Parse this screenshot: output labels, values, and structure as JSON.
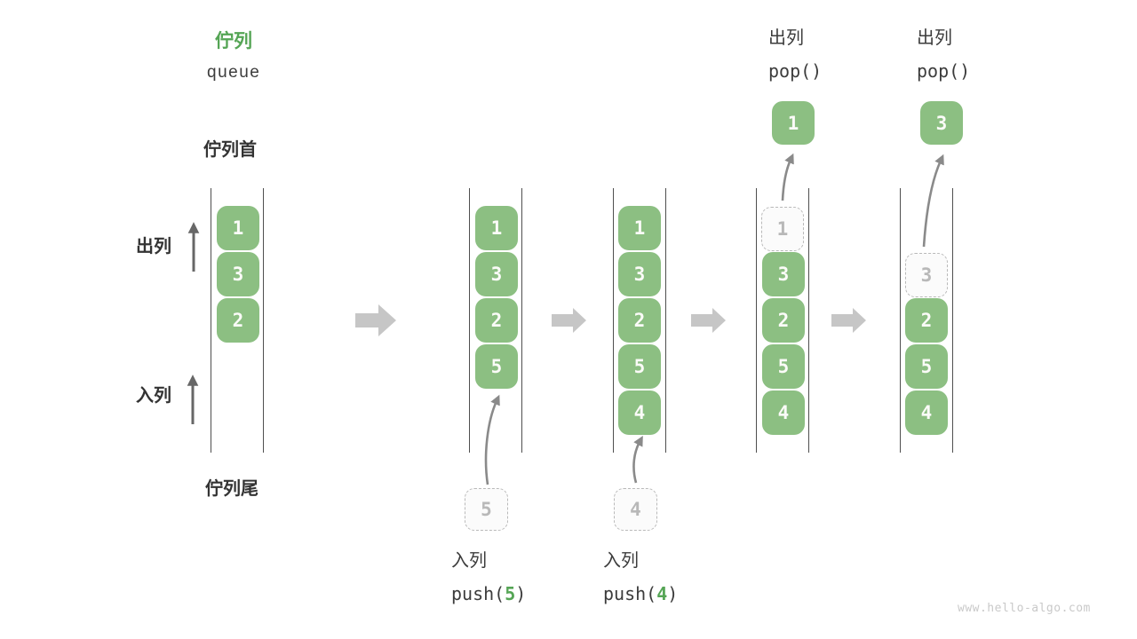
{
  "title": {
    "zh": "佇列",
    "en": "queue"
  },
  "rail": {
    "front": "佇列首",
    "rear": "佇列尾",
    "dequeue": "出列",
    "enqueue": "入列"
  },
  "operations": {
    "push_a": {
      "label": "入列",
      "fn_open": "push(",
      "arg": "5",
      "fn_close": ")"
    },
    "push_b": {
      "label": "入列",
      "fn_open": "push(",
      "arg": "4",
      "fn_close": ")"
    },
    "pop_a": {
      "label": "出列",
      "fn": "pop()",
      "value": "1"
    },
    "pop_b": {
      "label": "出列",
      "fn": "pop()",
      "value": "3"
    }
  },
  "states": [
    {
      "boxes": [
        "1",
        "3",
        "2"
      ]
    },
    {
      "boxes": [
        "1",
        "3",
        "2",
        "5"
      ]
    },
    {
      "boxes": [
        "1",
        "3",
        "2",
        "5",
        "4"
      ]
    },
    {
      "popped": "1",
      "boxes": [
        "3",
        "2",
        "5",
        "4"
      ]
    },
    {
      "popped": "3",
      "boxes": [
        "2",
        "5",
        "4"
      ]
    }
  ],
  "colors": {
    "accent_green": "#55a555",
    "box_green": "#8cbf82",
    "text_dark": "#3c3c3c",
    "flow_arrow_gray": "#c6c6c6",
    "line_gray": "#4f4f4f"
  },
  "watermark": "www.hello-algo.com"
}
